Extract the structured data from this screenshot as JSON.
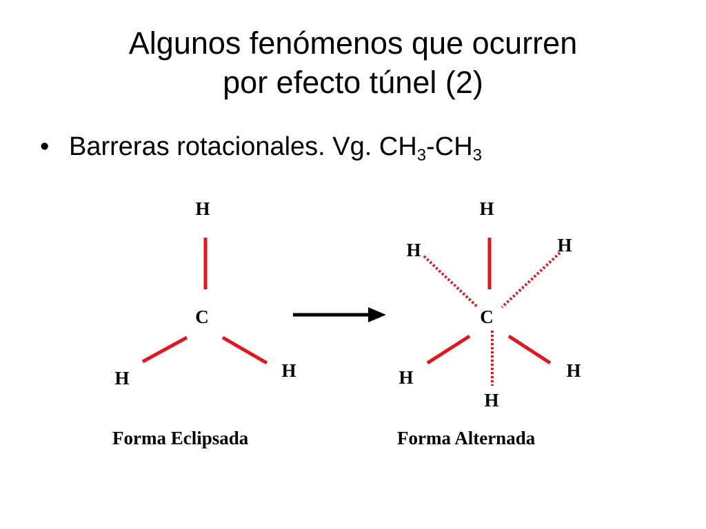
{
  "slide": {
    "title_line1": "Algunos fenómenos que ocurren",
    "title_line2": "por efecto túnel (2)",
    "bullet": {
      "symbol": "•",
      "text": "Barreras rotacionales. Vg. CH",
      "sub1": "3",
      "mid": "-CH",
      "sub2": "3"
    }
  },
  "eclipsed": {
    "h_top": "H",
    "c": "C",
    "h_left": "H",
    "h_right": "H",
    "caption": "Forma Eclipsada"
  },
  "staggered": {
    "h_top": "H",
    "h_upper_left": "H",
    "h_upper_right": "H",
    "c": "C",
    "h_lower_left": "H",
    "h_lower_right": "H",
    "h_bottom": "H",
    "caption": "Forma Alternada"
  },
  "colors": {
    "bond": "#e8141c",
    "arrow": "#000000"
  }
}
